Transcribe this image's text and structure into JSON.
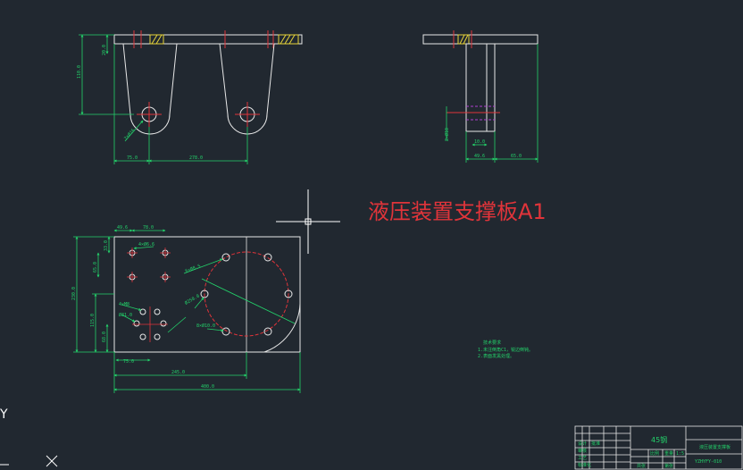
{
  "drawing": {
    "title": "液压装置支撑板A1",
    "material": "45钢",
    "drawing_number": "YZHYFY-010",
    "part_name": "液压装置支撑板"
  },
  "dimensions": {
    "front_view": {
      "height_left": "110.0",
      "plate_thickness": "20.0",
      "hole_dia": "2×Ø16",
      "offset": "75.0",
      "spacing": "278.0"
    },
    "side_view": {
      "hole": "2×Ø10",
      "web": "10.0",
      "width_a": "49.6",
      "width_b": "65.0"
    },
    "top_view": {
      "d1": "49.6",
      "d2": "78.0",
      "holes_small": "4×Ø6.6",
      "v1": "33.0",
      "v2": "65.0",
      "overall_h": "230.0",
      "v3": "115.0",
      "v4": "68.0",
      "circle_note": "6×Ø8.5",
      "circle_dia": "Ø250.0",
      "holes_cluster_a": "4×M8",
      "holes_cluster_b": "Ø31.0",
      "circle_hole": "8×Ø10.0",
      "pitch": "75.0",
      "length_a": "245.0",
      "length_total": "400.0"
    }
  },
  "notes": {
    "title": "技术要求",
    "line1": "1.未注倒角C1，锐边倒钝。",
    "line2": "2.表面发黑处理。"
  },
  "title_block": {
    "cells": [
      "设计",
      "审核",
      "工艺",
      "标准化",
      "批准",
      "比例",
      "重量",
      "共张",
      "第张",
      "1:5"
    ]
  }
}
